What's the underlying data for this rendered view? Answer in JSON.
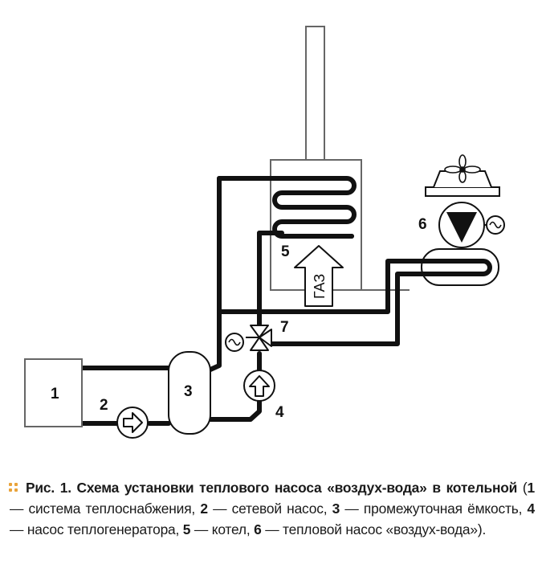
{
  "diagram": {
    "labels": {
      "system": "1",
      "network_pump": "2",
      "buffer_tank": "3",
      "generator_pump": "4",
      "boiler": "5",
      "heat_pump": "6",
      "valve": "7"
    },
    "gas_label": "ГАЗ",
    "colors": {
      "line": "#111111",
      "box": "#666666",
      "accent": "#e9a33a"
    }
  },
  "caption": {
    "title": "Рис. 1. Схема установки теплового насоса «воздух-вода» в котельной",
    "open": " (",
    "items": [
      {
        "n": "1",
        "text": " — система теплоснабжения, "
      },
      {
        "n": "2",
        "text": " — сетевой насос, "
      },
      {
        "n": "3",
        "text": " — промежуточная ёмкость, "
      },
      {
        "n": "4",
        "text": " — насос теплогенератора, "
      },
      {
        "n": "5",
        "text": " — котел, "
      },
      {
        "n": "6",
        "text": " — тепловой насос «воздух-вода»)."
      }
    ]
  }
}
